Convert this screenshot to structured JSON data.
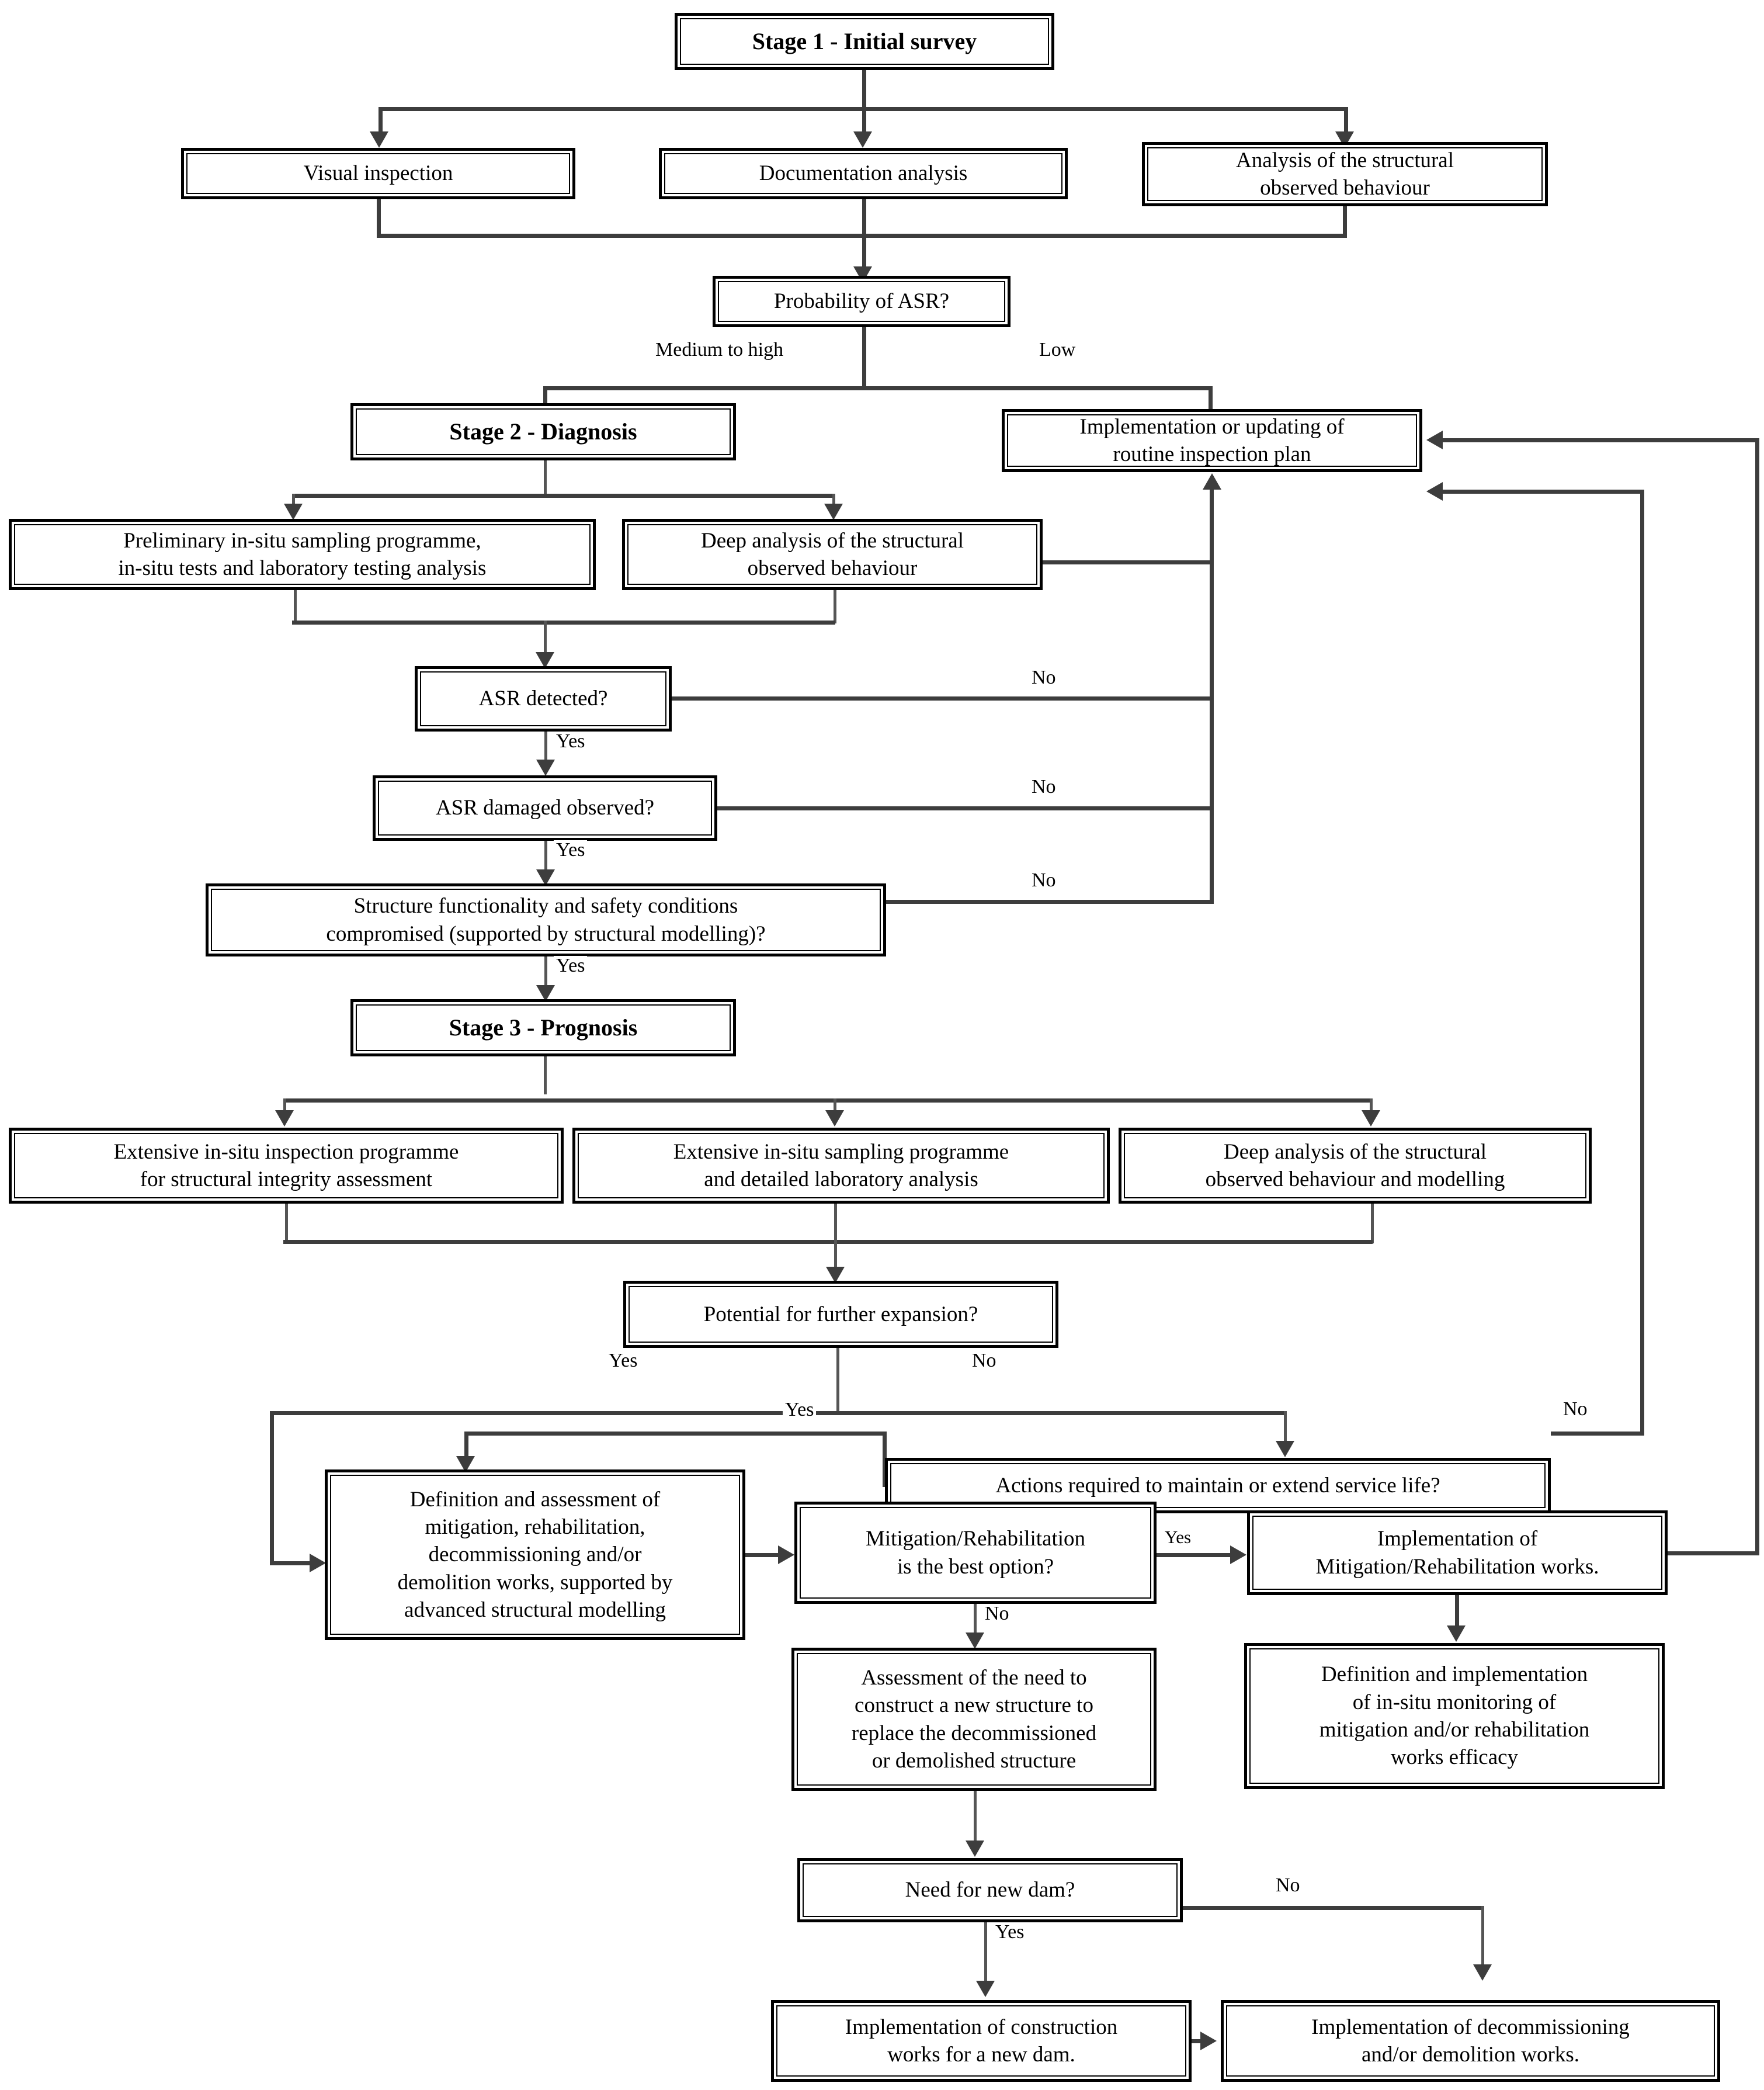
{
  "diagram": {
    "title": "ASR assessment flowchart for dams",
    "type": "flowchart",
    "nodes": {
      "stage1": "Stage 1 - Initial survey",
      "visual_inspection": "Visual inspection",
      "documentation_analysis": "Documentation analysis",
      "analysis_structural_observed": "Analysis of the structural\nobserved behaviour",
      "probability_asr": "Probability of ASR?",
      "stage2": "Stage 2 - Diagnosis",
      "routine_inspection_plan": "Implementation or updating of\nroutine inspection plan",
      "preliminary_sampling": "Preliminary in-situ sampling programme,\nin-situ tests and laboratory testing analysis",
      "deep_analysis_structural": "Deep analysis of the structural\nobserved behaviour",
      "asr_detected": "ASR detected?",
      "asr_damaged_observed": "ASR damaged observed?",
      "structure_functionality": "Structure functionality and safety conditions\ncompromised (supported by structural modelling)?",
      "stage3": "Stage 3 - Prognosis",
      "extensive_inspection": "Extensive in-situ inspection programme\nfor structural integrity assessment",
      "extensive_sampling": "Extensive in-situ sampling programme\nand detailed laboratory analysis",
      "deep_analysis_modelling": "Deep analysis of the structural\nobserved behaviour and modelling",
      "potential_expansion": "Potential for further expansion?",
      "actions_required": "Actions required to maintain or extend service life?",
      "definition_assessment": "Definition and assessment of\nmitigation, rehabilitation,\ndecommissioning and/or\ndemolition works, supported by\nadvanced structural modelling",
      "mitigation_best_option": "Mitigation/Rehabilitation\nis the best option?",
      "implementation_mitigation": "Implementation of\nMitigation/Rehabilitation works.",
      "assessment_new_structure": "Assessment of the need to\nconstruct a new structure to\nreplace the decommissioned\nor demolished structure",
      "definition_monitoring": "Definition and implementation\nof in-situ monitoring of\nmitigation and/or rehabilitation\nworks efficacy",
      "need_new_dam": "Need for new dam?",
      "implementation_construction": "Implementation of construction\nworks for a new dam.",
      "implementation_decommissioning": "Implementation of decommissioning\nand/or demolition works."
    },
    "edge_labels": {
      "medium_to_high": "Medium to high",
      "low": "Low",
      "asr_detected_no": "No",
      "asr_detected_yes": "Yes",
      "asr_damaged_no": "No",
      "asr_damaged_yes": "Yes",
      "structure_no": "No",
      "structure_yes": "Yes",
      "expansion_yes": "Yes",
      "expansion_no": "No",
      "actions_yes": "Yes",
      "actions_no": "No",
      "mitigation_yes": "Yes",
      "mitigation_no": "No",
      "new_dam_yes": "Yes",
      "new_dam_no": "No"
    },
    "colors": {
      "box_border": "#000000",
      "connector": "#3d3d3d",
      "background": "#ffffff",
      "text": "#000000"
    }
  }
}
